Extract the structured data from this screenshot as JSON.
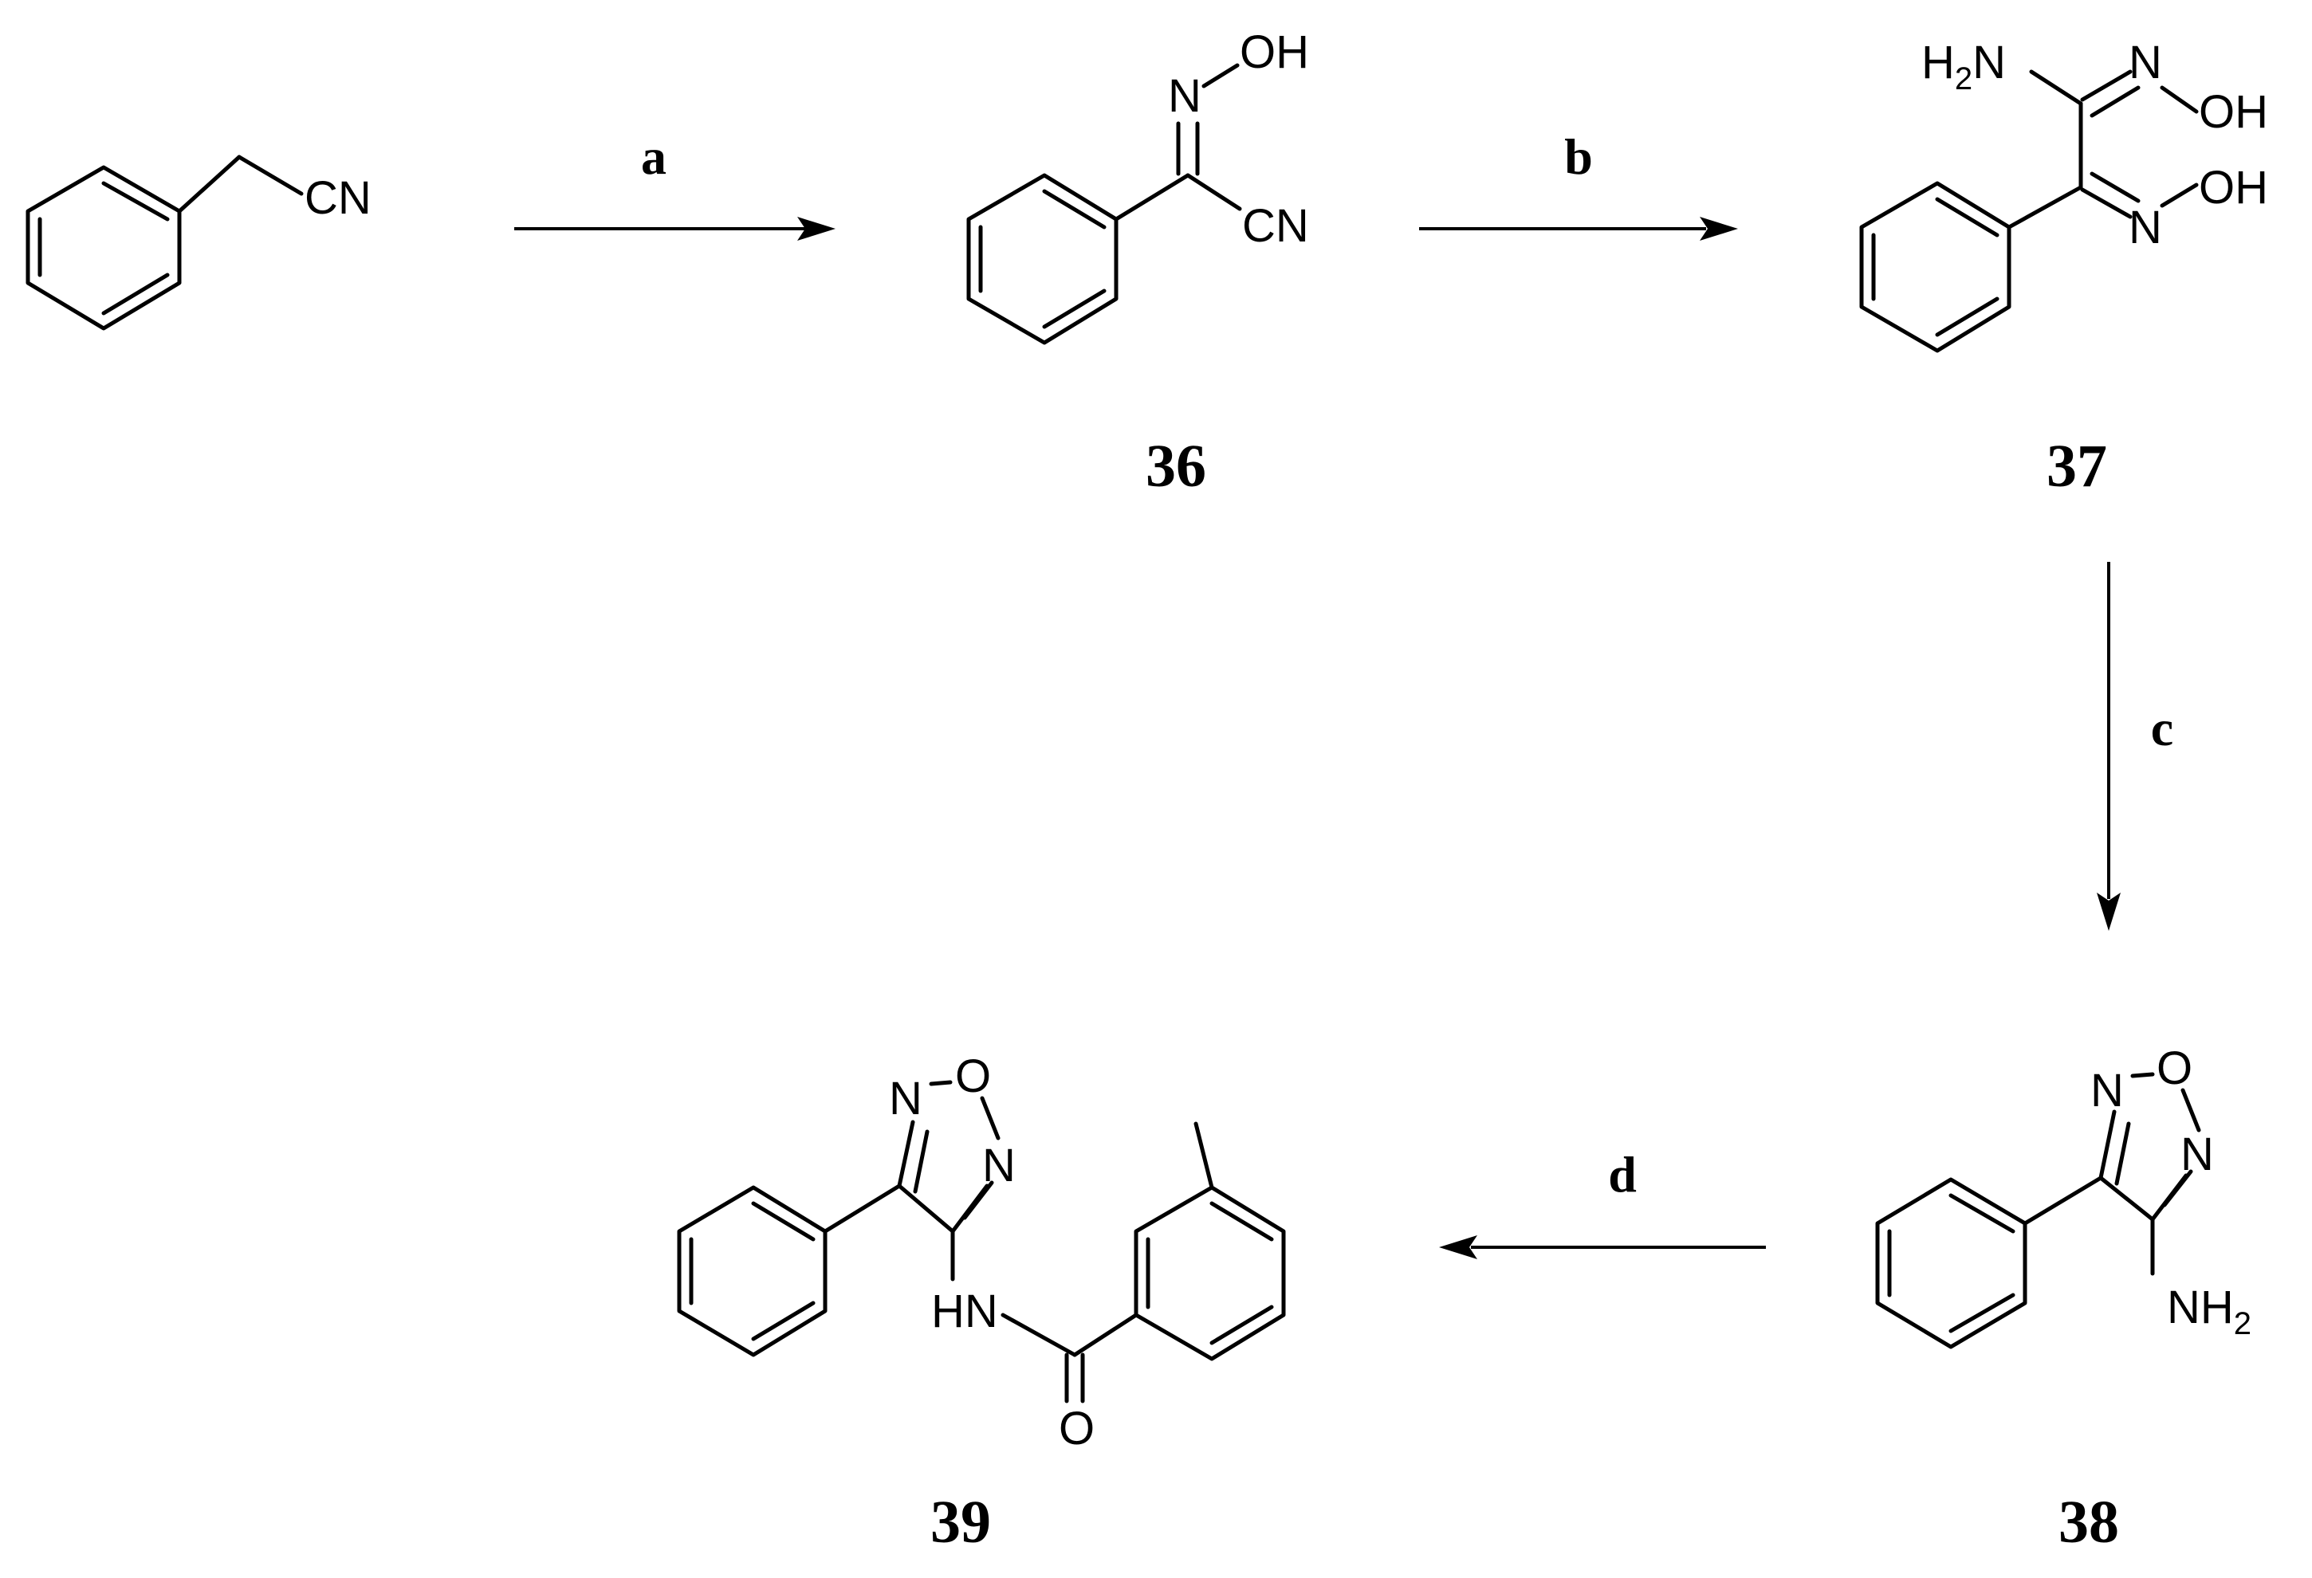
{
  "steps": {
    "a": "a",
    "b": "b",
    "c": "c",
    "d": "d"
  },
  "compounds": {
    "c36": "36",
    "c37": "37",
    "c38": "38",
    "c39": "39"
  },
  "atoms": {
    "cn": "CN",
    "oh": "OH",
    "n": "N",
    "o": "O",
    "h": "H",
    "two": "2",
    "hn": "HN",
    "nh": "NH"
  }
}
